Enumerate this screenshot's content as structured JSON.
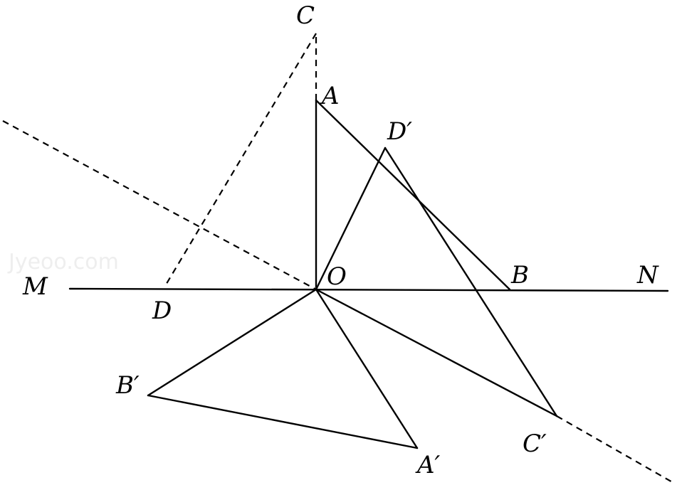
{
  "watermark": "Jyeoo.com",
  "labels": {
    "C": "C",
    "A": "A",
    "D_prime": "D′",
    "M": "M",
    "D": "D",
    "O": "O",
    "B": "B",
    "N": "N",
    "B_prime": "B′",
    "C_prime": "C′",
    "A_prime": "A′"
  }
}
